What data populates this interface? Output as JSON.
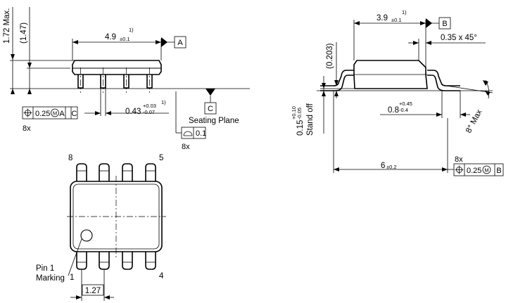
{
  "side_view": {
    "height_max": "1.72 Max.",
    "height_ref": "(1.47)",
    "body_length": "4.9",
    "body_length_tol": "±0.1",
    "footnote": "1)",
    "datum_a": "A",
    "lead_width": "0.43",
    "lead_width_tol_plus": "+0.03",
    "lead_width_tol_minus": "-0.07",
    "lead_width_footnote": "1)",
    "position_tol": "0.25",
    "position_mod": "M",
    "position_ref_a": "A",
    "position_ref_c": "C",
    "position_count": "8x",
    "datum_c": "C",
    "seating_plane": "Seating Plane",
    "flatness_value": "0.1",
    "flatness_count": "8x"
  },
  "end_view": {
    "body_width": "3.9",
    "body_width_tol": "±0.1",
    "footnote": "1)",
    "datum_b": "B",
    "chamfer": "0.35 x 45°",
    "lead_thickness": "(0.203)",
    "standoff": "0.15",
    "standoff_tol_plus": "+0.10",
    "standoff_tol_minus": "-0.05",
    "standoff_label": "Stand off",
    "foot_length": "0.8",
    "foot_length_tol_plus": "+0.45",
    "foot_length_tol_minus": "-0.4",
    "angle": "8° Max",
    "overall_width": "6",
    "overall_width_tol": "±0.2",
    "position_count": "8x",
    "position_tol": "0.25",
    "position_mod": "M",
    "position_ref_b": "B"
  },
  "top_view": {
    "pin_8": "8",
    "pin_5": "5",
    "pin_1": "1",
    "pin_4": "4",
    "pin1_marking_line1": "Pin 1",
    "pin1_marking_line2": "Marking",
    "pitch": "1.27"
  }
}
